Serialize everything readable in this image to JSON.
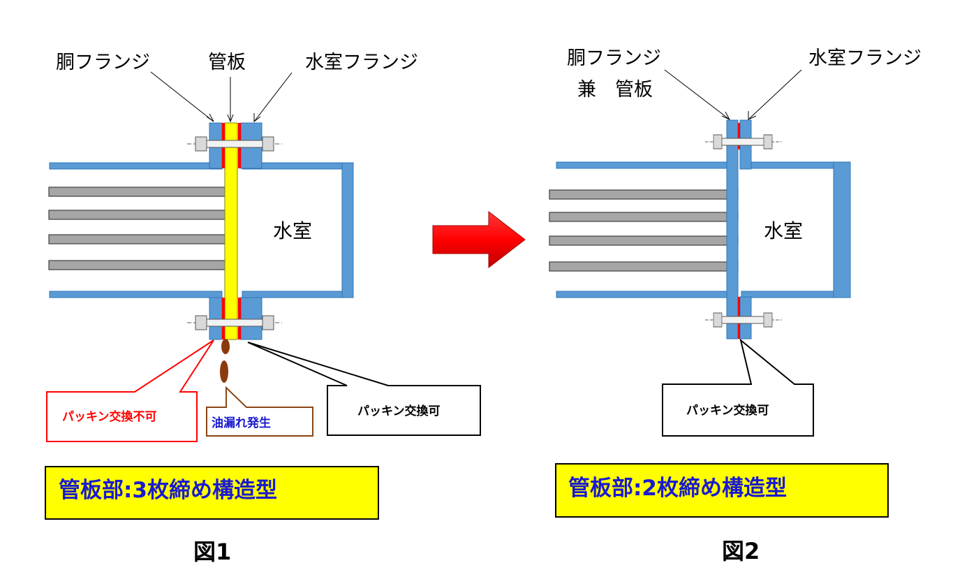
{
  "figure1": {
    "labels": {
      "shell_flange": "胴フランジ",
      "tube_sheet": "管板",
      "channel_flange": "水室フランジ",
      "water_chamber": "水室"
    },
    "callouts": {
      "packing_not_replaceable": "パッキン交換不可",
      "oil_leak": "油漏れ発生",
      "packing_replaceable": "パッキン交換可"
    },
    "title": "管板部:3枚締め構造型",
    "caption": "図1"
  },
  "figure2": {
    "labels": {
      "shell_flange_line1": "胴フランジ",
      "shell_flange_line2": "兼　管板",
      "channel_flange": "水室フランジ",
      "water_chamber": "水室"
    },
    "callouts": {
      "packing_replaceable": "パッキン交換可"
    },
    "title": "管板部:2枚締め構造型",
    "caption": "図2"
  },
  "colors": {
    "flange_blue": "#5b9bd5",
    "tube_sheet_yellow": "#ffff00",
    "gasket_red": "#ff0000",
    "tube_gray": "#a6a6a6",
    "title_box_fill": "#ffff00",
    "title_text": "#1a1ad0",
    "arrow_red": "#ff0000",
    "oil_brown": "#8b3a0e",
    "callout_red": "#ff0000",
    "callout_blue": "#1a1ad0",
    "callout_brown_border": "#8b4513"
  }
}
